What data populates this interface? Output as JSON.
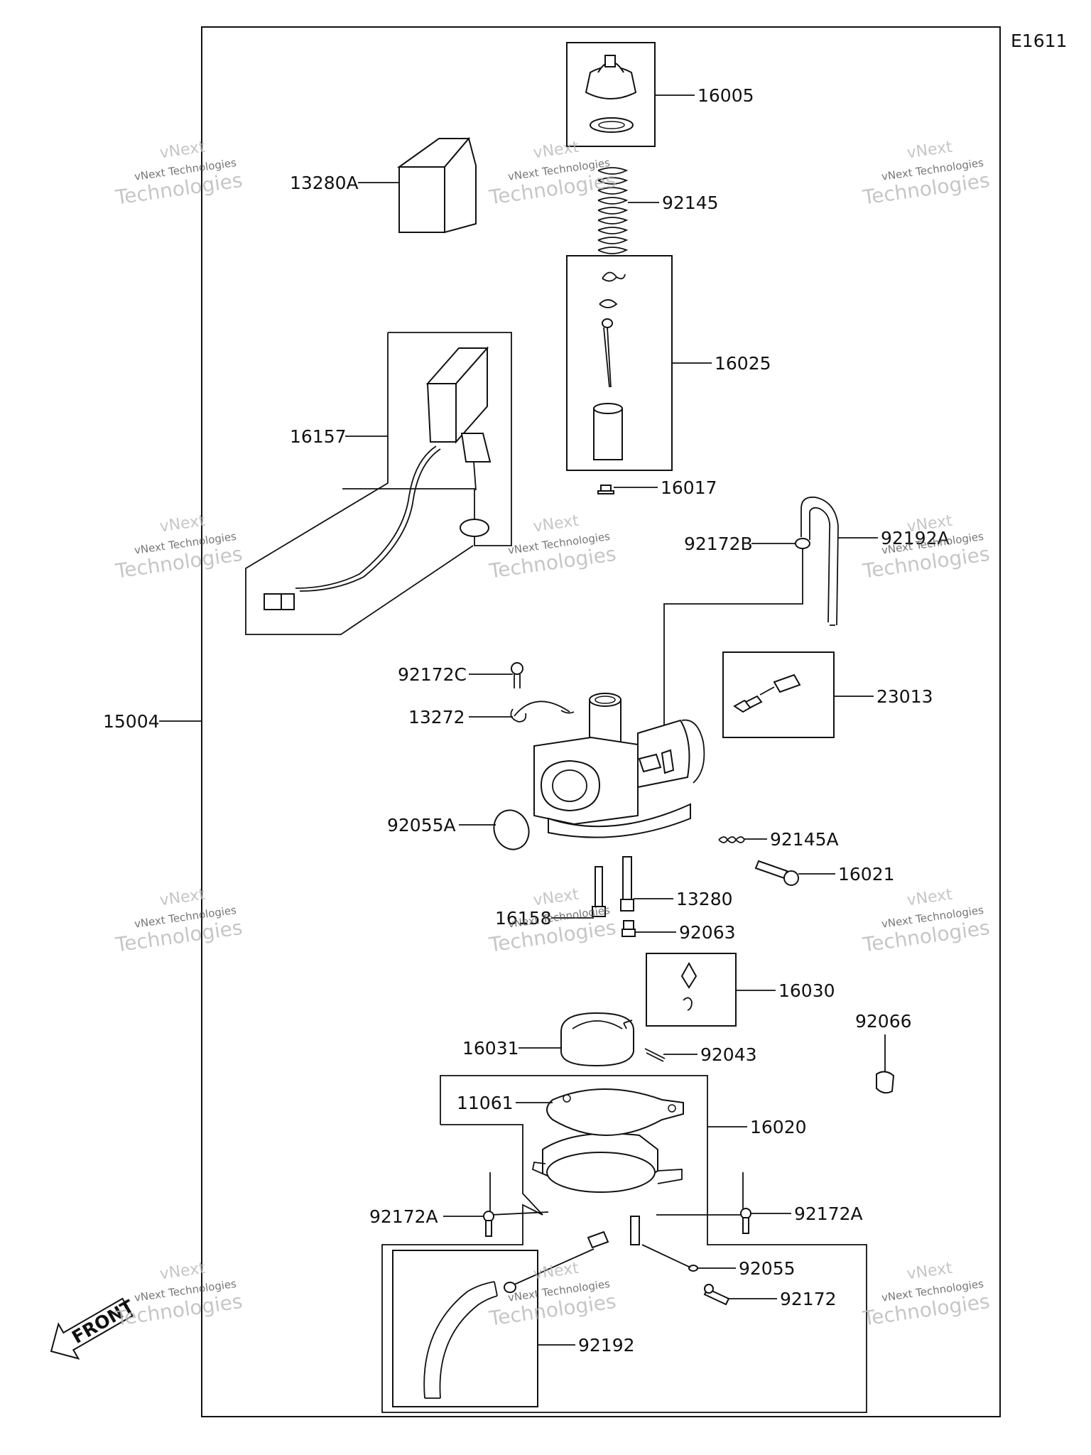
{
  "diagram_code": "E1611",
  "parts": {
    "p16005": "16005",
    "p13280A": "13280A",
    "p92145": "92145",
    "p16025": "16025",
    "p16157": "16157",
    "p16017": "16017",
    "p92172B": "92172B",
    "p92192A": "92192A",
    "p23013": "23013",
    "p92172C": "92172C",
    "p13272": "13272",
    "p15004": "15004",
    "p92055A": "92055A",
    "p92145A": "92145A",
    "p16021": "16021",
    "p13280": "13280",
    "p16158": "16158",
    "p92063": "92063",
    "p16030": "16030",
    "p92066": "92066",
    "p16031": "16031",
    "p92043": "92043",
    "p11061": "11061",
    "p16020": "16020",
    "p92172A_left": "92172A",
    "p92172A_right": "92172A",
    "p92055": "92055",
    "p92172": "92172",
    "p92192": "92192"
  },
  "front_arrow_label": "FRONT",
  "watermark": {
    "line1": "vNext",
    "line2": "vNext Technologies",
    "line3": "Technologies"
  }
}
